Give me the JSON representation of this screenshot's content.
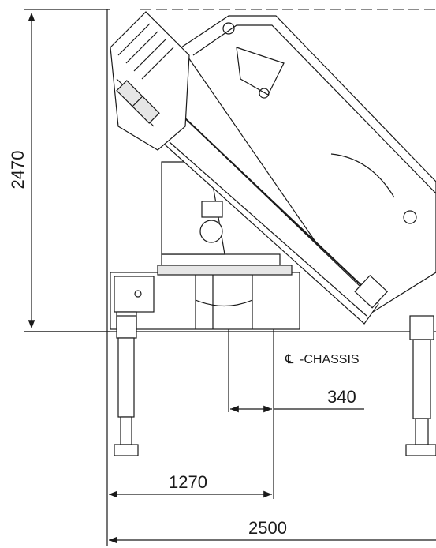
{
  "dimensions": {
    "height_total": "2470",
    "width_total": "2500",
    "half_width": "1270",
    "offset": "340"
  },
  "labels": {
    "centerline_symbol": "℄",
    "centerline_text": "-CHASSIS"
  }
}
